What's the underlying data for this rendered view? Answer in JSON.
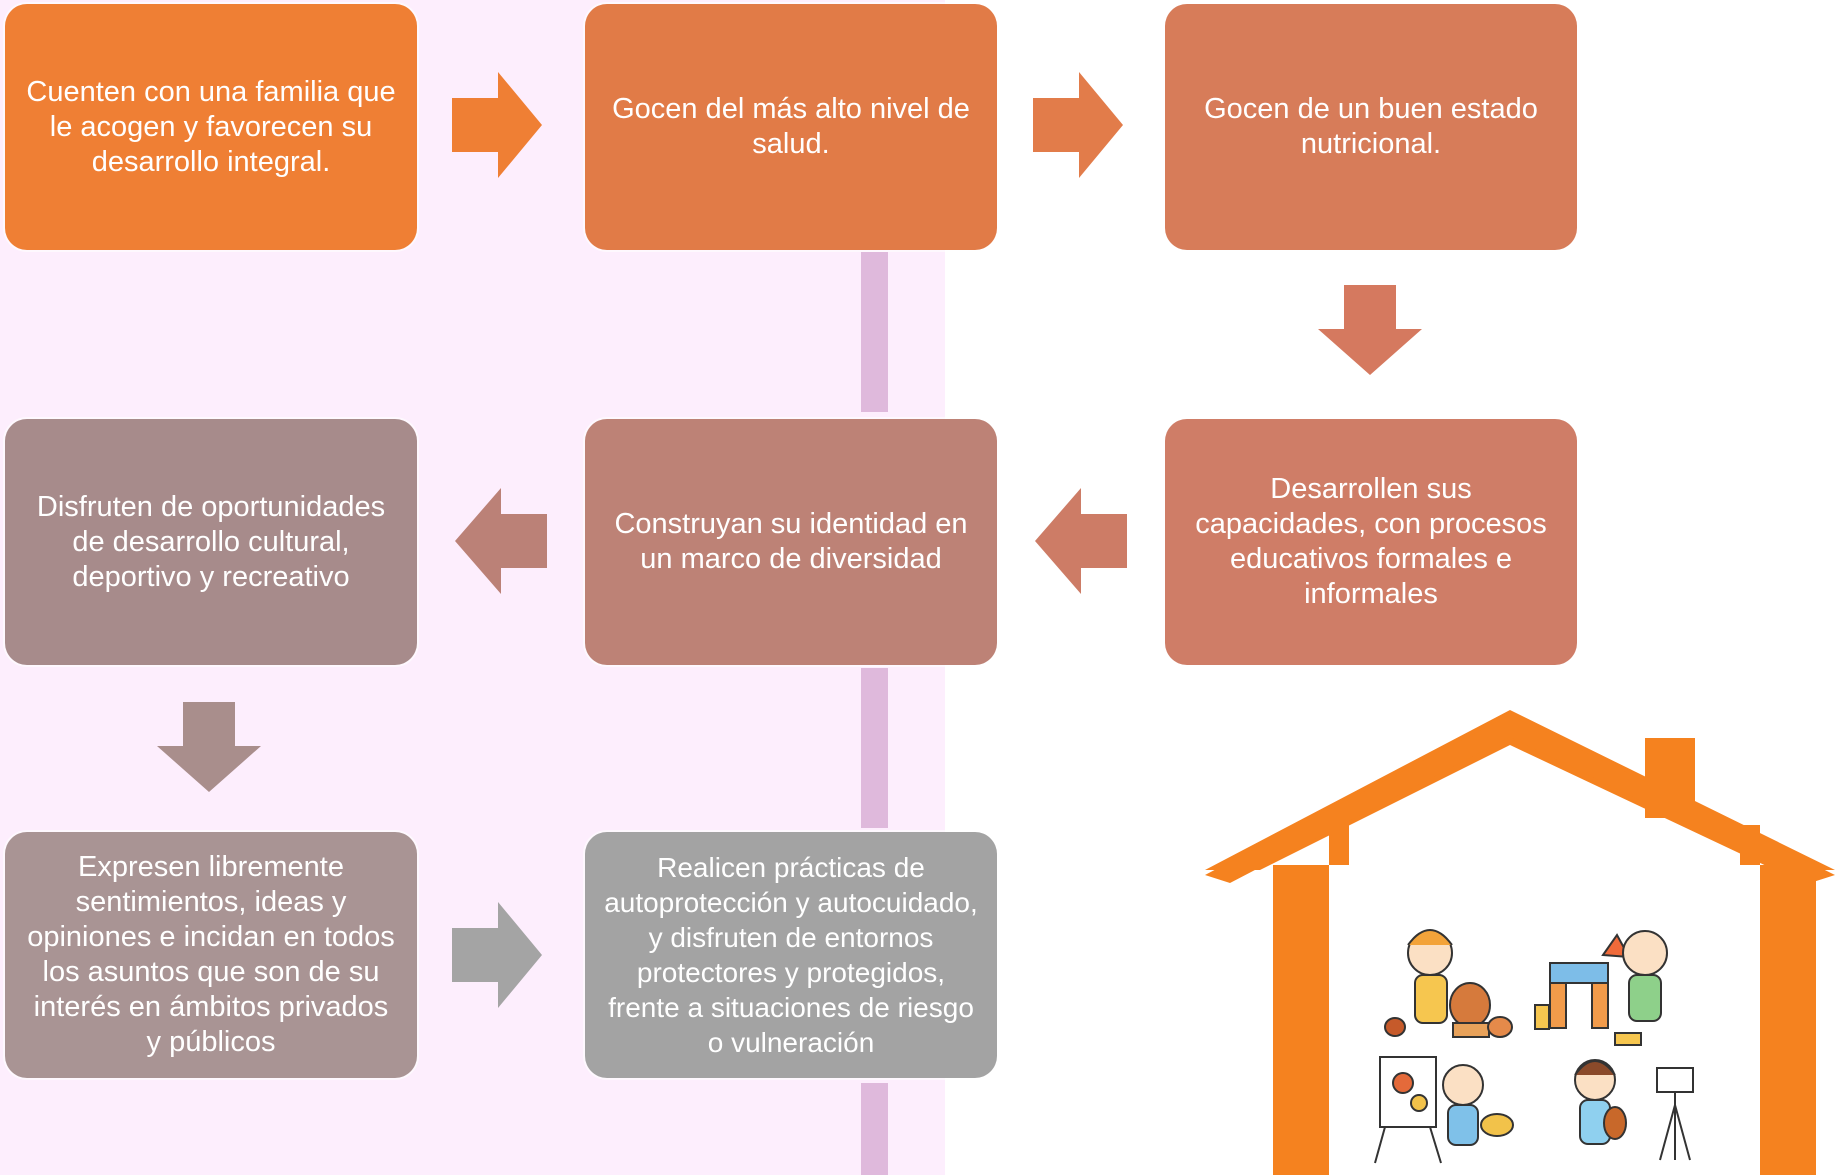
{
  "colors": {
    "background_panel": "#fdeefd",
    "connector": "#dfb9dc",
    "box1": "#ef7f34",
    "box2": "#e17b47",
    "box3": "#d77c59",
    "box4": "#cf7d67",
    "box5": "#bd8276",
    "box6": "#a78b8b",
    "box7": "#a99494",
    "box8": "#a3a3a3",
    "house": "#f5821f"
  },
  "boxes": [
    {
      "id": "familia",
      "text": "Cuenten con una familia que le acogen y favorecen su desarrollo integral."
    },
    {
      "id": "salud",
      "text": "Gocen del más alto nivel de salud."
    },
    {
      "id": "nutricion",
      "text": "Gocen de un buen estado nutricional."
    },
    {
      "id": "capacidades",
      "text": "Desarrollen sus capacidades, con procesos educativos formales e informales"
    },
    {
      "id": "identidad",
      "text": "Construyan su identidad en un marco de diversidad"
    },
    {
      "id": "oportunidades",
      "text": "Disfruten de oportunidades de desarrollo cultural, deportivo y recreativo"
    },
    {
      "id": "expresion",
      "text": "Expresen libremente sentimientos, ideas y opiniones e incidan en todos los asuntos que son de su interés en ámbitos privados y públicos"
    },
    {
      "id": "autoproteccion",
      "text": "Realicen prácticas de autoprotección y autocuidado, y disfruten de entornos protectores y protegidos, frente a situaciones de riesgo o vulneración"
    }
  ],
  "illustration": {
    "icon": "house-with-children-icon"
  }
}
